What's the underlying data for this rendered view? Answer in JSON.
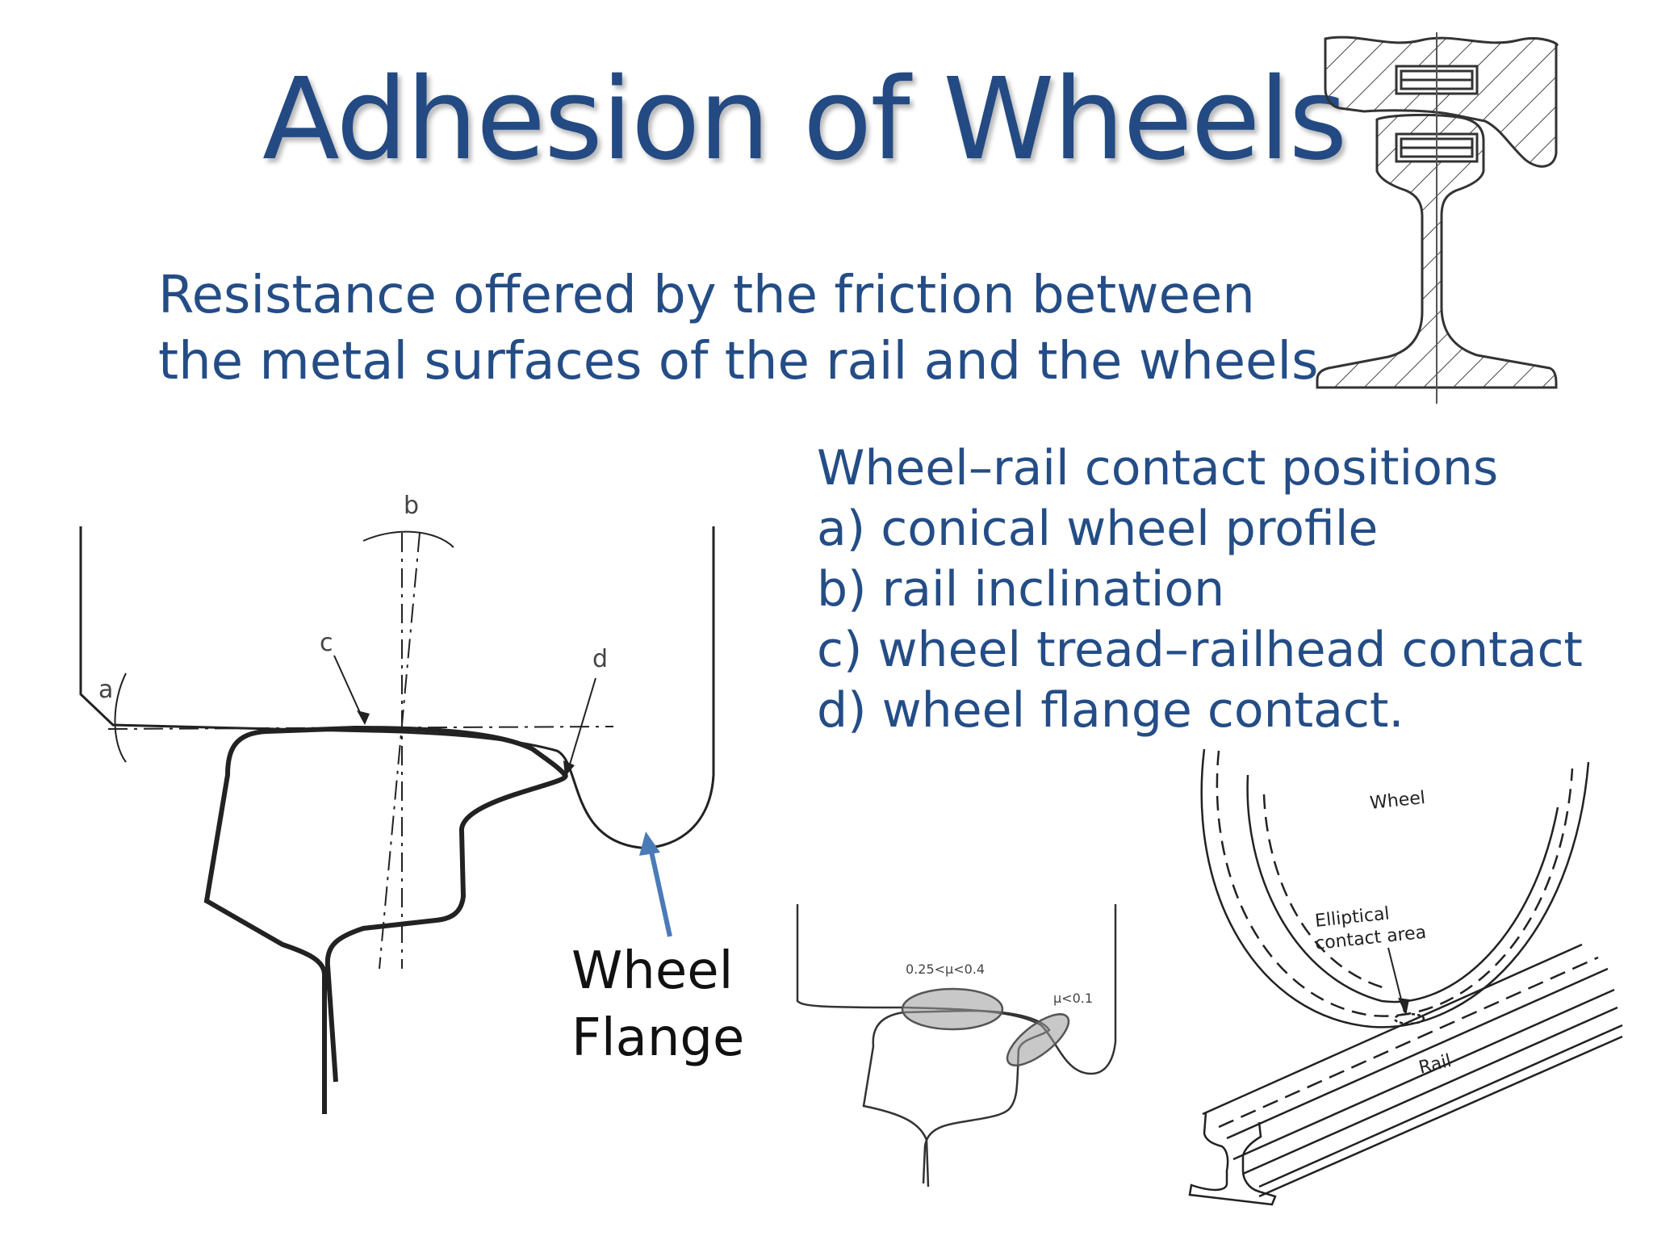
{
  "slide": {
    "title": "Adhesion of Wheels",
    "definition_lines": [
      "Resistance offered by the friction between",
      "the metal surfaces of the rail and the wheels"
    ],
    "contact_positions": {
      "heading": "Wheel–rail contact positions",
      "items": [
        "a) conical wheel profile",
        "b) rail inclination",
        "c) wheel tread–railhead contact",
        "d) wheel flange contact."
      ]
    },
    "flange_label_lines": [
      "Wheel",
      "Flange"
    ]
  },
  "profile_diagram": {
    "labels": {
      "a": "a",
      "b": "b",
      "c": "c",
      "d": "d"
    }
  },
  "friction_diagram": {
    "tread_friction": "0.25<μ<0.4",
    "flange_friction": "μ<0.1"
  },
  "perspective_diagram": {
    "wheel_label": "Wheel",
    "contact_label_lines": [
      "Elliptical",
      "contact area"
    ],
    "rail_label": "Rail"
  },
  "colors": {
    "title": "#234a82",
    "text": "#244d86",
    "arrow": "#4a7bb7"
  }
}
